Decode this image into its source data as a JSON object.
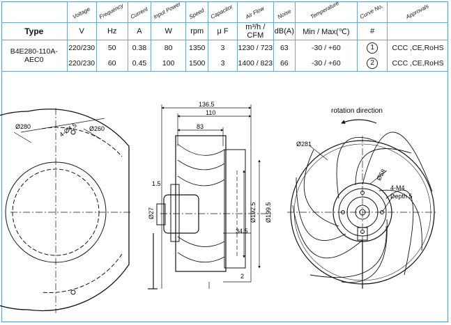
{
  "table": {
    "header_labels": [
      "Voltage",
      "Frequency",
      "Current",
      "Input Power",
      "Speed",
      "Capacitor",
      "Air Flow",
      "Noise",
      "Temperature",
      "Curve No.",
      "Approvals"
    ],
    "units": {
      "type": "Type",
      "voltage": "V",
      "frequency": "Hz",
      "current": "A",
      "power": "W",
      "speed": "rpm",
      "capacitor": "μ F",
      "airflow": "m³/h / CFM",
      "noise": "dB(A)",
      "temperature": "Min / Max(℃)",
      "curve": "#",
      "approvals": ""
    },
    "model": "B4E280-110A-AEC0",
    "rows": [
      {
        "voltage": "220/230",
        "frequency": "50",
        "current": "0.38",
        "power": "80",
        "speed": "1350",
        "capacitor": "3",
        "airflow": "1230 / 723",
        "noise": "63",
        "temperature": "-30 / +60",
        "curve": "1",
        "approvals": "CCC ,CE,RoHS"
      },
      {
        "voltage": "220/230",
        "frequency": "60",
        "current": "0.45",
        "power": "100",
        "speed": "1500",
        "capacitor": "3",
        "airflow": "1400 / 823",
        "noise": "66",
        "temperature": "-30 / +60",
        "curve": "2",
        "approvals": "CCC ,CE,RoHS"
      }
    ]
  },
  "drawing": {
    "front": {
      "d_outer": "Ø280",
      "d_inner": "Ø260",
      "holes": "4-Ø4.5"
    },
    "side": {
      "w1": "136.5",
      "w2": "110",
      "w3": "83",
      "t": "1.5",
      "shaft": "Ø27",
      "d1": "Ø192.5",
      "d2": "Ø199.5",
      "h": "34.5",
      "g": "2"
    },
    "rear": {
      "rotation_label": "rotation direction",
      "d_outer": "Ø281",
      "d_hub": "Ø58",
      "thread": "4-M4",
      "depth": "Depth 5"
    }
  }
}
